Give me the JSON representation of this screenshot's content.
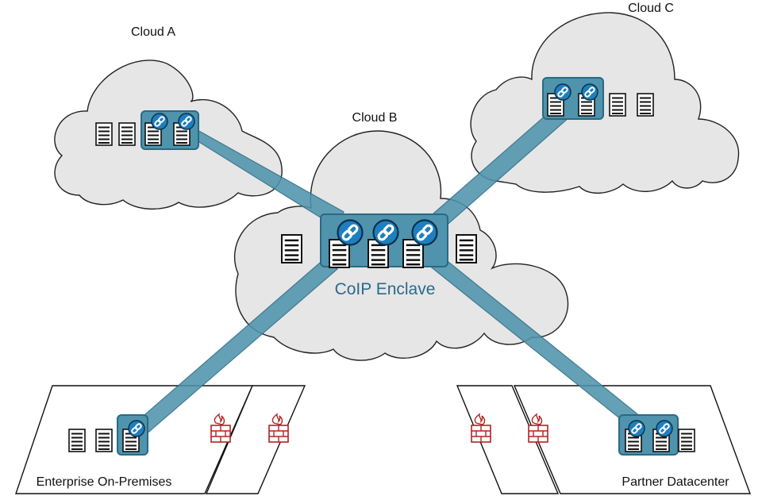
{
  "labels": {
    "cloud_a": "Cloud A",
    "cloud_b": "Cloud B",
    "cloud_c": "Cloud C",
    "enclave": "CoIP Enclave",
    "enterprise": "Enterprise On-Premises",
    "partner": "Partner Datacenter"
  },
  "colors": {
    "cloud_fill": "#e6e6e6",
    "cloud_stroke": "#222222",
    "link": "#4f93ac",
    "link_stroke": "#2a6a82",
    "enclave_text": "#2a6a8c",
    "firewall": "#b22222",
    "node_fill": "#1d7fbf"
  },
  "icons": [
    "server-icon",
    "link-node-icon",
    "firewall-icon",
    "cloud-shape"
  ]
}
